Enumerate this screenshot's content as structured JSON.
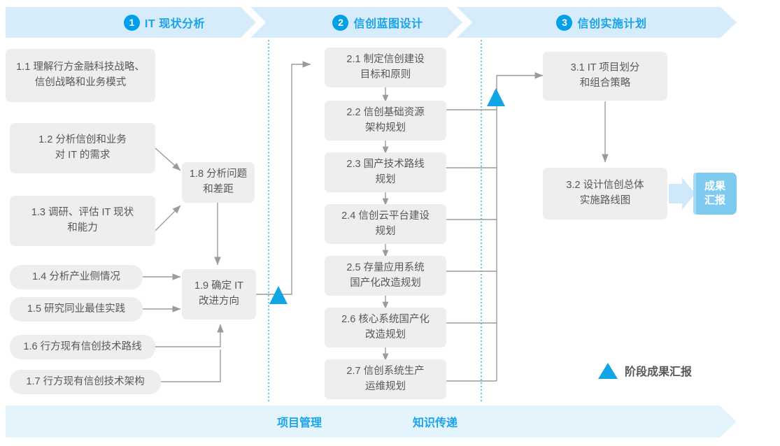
{
  "phases": [
    {
      "num": "1",
      "title": "IT 现状分析"
    },
    {
      "num": "2",
      "title": "信创蓝图设计"
    },
    {
      "num": "3",
      "title": "信创实施计划"
    }
  ],
  "phase1_inputs": [
    {
      "id": "1.1",
      "label": "1.1 理解行方金融科技战略、\n信创战略和业务模式"
    },
    {
      "id": "1.2",
      "label": "1.2 分析信创和业务\n对 IT 的需求"
    },
    {
      "id": "1.3",
      "label": "1.3 调研、评估 IT 现状\n和能力"
    },
    {
      "id": "1.4",
      "label": "1.4 分析产业侧情况"
    },
    {
      "id": "1.5",
      "label": "1.5 研究同业最佳实践"
    },
    {
      "id": "1.6",
      "label": "1.6 行方现有信创技术路线"
    },
    {
      "id": "1.7",
      "label": "1.7 行方现有信创技术架构"
    }
  ],
  "phase1_outputs": [
    {
      "id": "1.8",
      "label": "1.8 分析问题\n和差距"
    },
    {
      "id": "1.9",
      "label": "1.9 确定 IT\n改进方向"
    }
  ],
  "phase2_steps": [
    {
      "id": "2.1",
      "label": "2.1 制定信创建设\n目标和原则"
    },
    {
      "id": "2.2",
      "label": "2.2 信创基础资源\n架构规划"
    },
    {
      "id": "2.3",
      "label": "2.3 国产技术路线\n规划"
    },
    {
      "id": "2.4",
      "label": "2.4 信创云平台建设\n规划"
    },
    {
      "id": "2.5",
      "label": "2.5 存量应用系统\n国产化改造规划"
    },
    {
      "id": "2.6",
      "label": "2.6 核心系统国产化\n改造规划"
    },
    {
      "id": "2.7",
      "label": "2.7 信创系统生产\n运维规划"
    }
  ],
  "phase3_steps": [
    {
      "id": "3.1",
      "label": "3.1 IT 项目划分\n和组合策略"
    },
    {
      "id": "3.2",
      "label": "3.2 设计信创总体\n实施路线图"
    }
  ],
  "result_badge": {
    "label": "成果\n汇报"
  },
  "legend": {
    "label": "阶段成果汇报",
    "icon": "triangle-up-icon"
  },
  "bottom_bar": {
    "items": [
      {
        "label": "项目管理"
      },
      {
        "label": "知识传递"
      }
    ]
  },
  "colors": {
    "accent": "#00a0e9",
    "accent_text": "#1aa3e8",
    "phase_bar_fill": "#d6ecfa",
    "bottom_bar_fill": "#e3f4fc",
    "box_fill": "#eeeeee",
    "box_text": "#595757",
    "badge_fill": "#7fcbef",
    "connector": "#9b9b9b",
    "divider_dotted": "#3fb6e8"
  }
}
